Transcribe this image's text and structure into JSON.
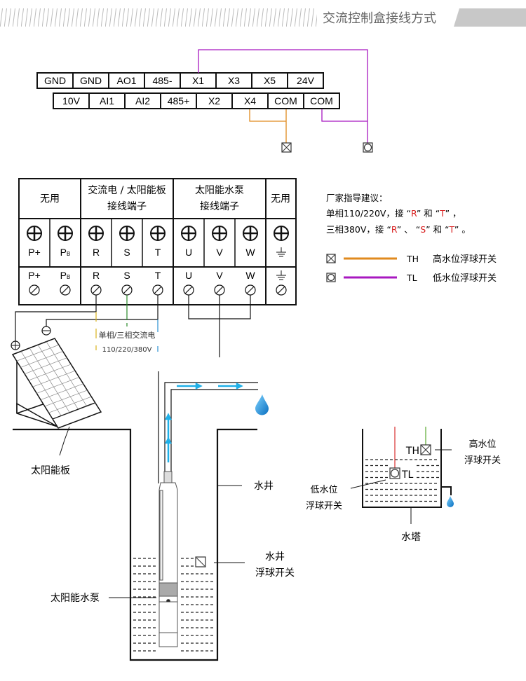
{
  "header": {
    "title": "交流控制盒接线方式"
  },
  "control_terminals": {
    "top_row": [
      "GND",
      "GND",
      "AO1",
      "485-",
      "X1",
      "X3",
      "X5",
      "24V"
    ],
    "bottom_row": [
      "10V",
      "AI1",
      "AI2",
      "485+",
      "X2",
      "X4",
      "COM",
      "COM"
    ]
  },
  "power_terminal_block": {
    "groups": [
      {
        "label_line1": "无用",
        "label_line2": ""
      },
      {
        "label_line1": "交流电 / 太阳能板",
        "label_line2": "接线端子"
      },
      {
        "label_line1": "太阳能水泵",
        "label_line2": "接线端子"
      },
      {
        "label_line1": "无用",
        "label_line2": ""
      }
    ],
    "terminals": [
      "P+",
      "PB",
      "R",
      "S",
      "T",
      "U",
      "V",
      "W",
      "⏚"
    ]
  },
  "instructions": {
    "title": "厂家指导建议：",
    "line1_prefix": "单相110/220V，接",
    "line1_r": "R",
    "line1_and": "和",
    "line1_t": "T",
    "line1_suffix": "，",
    "line2_prefix": "三相380V，接",
    "line2_r": "R",
    "line2_sep": "、",
    "line2_s": "S",
    "line2_and": "和",
    "line2_t": "T",
    "line2_suffix": "。"
  },
  "legend": [
    {
      "symbol": "box-x",
      "code": "TH",
      "label": "高水位浮球开关",
      "color": "#e08a1e"
    },
    {
      "symbol": "box-circle",
      "code": "TL",
      "label": "低水位浮球开关",
      "color": "#a818c0"
    }
  ],
  "ac_label": {
    "line1": "单相/三相交流电",
    "line2": "110/220/380V"
  },
  "labels": {
    "solar_panel": "太阳能板",
    "well": "水井",
    "well_float_line1": "水井",
    "well_float_line2": "浮球开关",
    "solar_pump": "太阳能水泵",
    "tower": "水塔",
    "tower_th": "TH",
    "tower_tl": "TL",
    "high_float_line1": "高水位",
    "high_float_line2": "浮球开关",
    "low_float_line1": "低水位",
    "low_float_line2": "浮球开关"
  },
  "colors": {
    "th_wire": "#e08a1e",
    "tl_wire": "#a818c0",
    "water_arrow": "#1fb0e8",
    "red_text": "#d81e1e",
    "ac_wire_r": "#d8b21a",
    "ac_wire_s": "#2a8a2a",
    "ac_wire_t": "#2a90d0",
    "tower_red_wire": "#d83030",
    "tower_green_wire": "#5aaa30"
  }
}
